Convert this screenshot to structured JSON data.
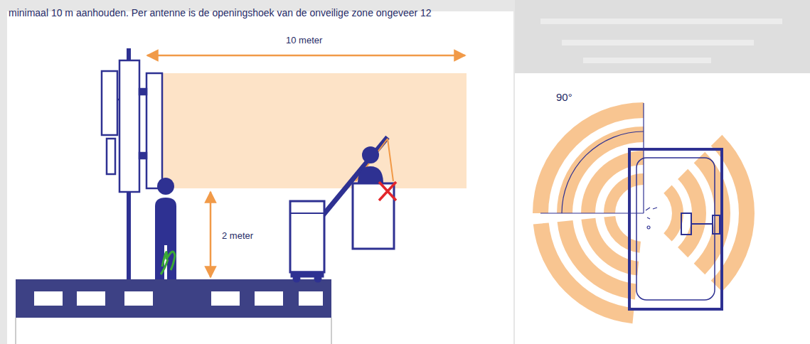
{
  "diagram": {
    "labels": [
      "minimaal 10 m aanhouden. Per antenne is de openingshoek van de onveilige zone ongeveer 12",
      "10 meter",
      "2 meter",
      "90°"
    ]
  }
}
